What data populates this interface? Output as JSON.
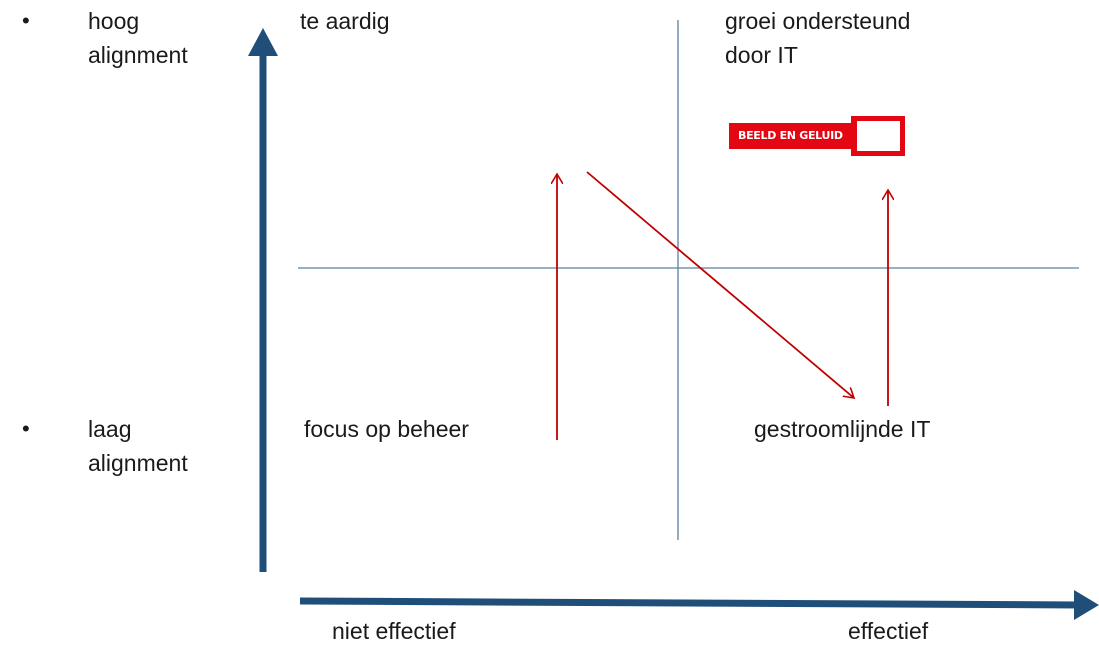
{
  "y_axis": {
    "high_label": "hoog\nalignment",
    "low_label": "laag\nalignment",
    "bullet": "•"
  },
  "x_axis": {
    "low_label": "niet effectief",
    "high_label": "effectief"
  },
  "quadrants": {
    "top_left": "te aardig",
    "top_right": "groei ondersteund\ndoor IT",
    "bottom_left": "focus op beheer",
    "bottom_right": "gestroomlijnde IT"
  },
  "logo": {
    "text": "BEELD EN GELUID"
  },
  "colors": {
    "axis": "#1f4e79",
    "divider": "#5b7fa3",
    "arrow": "#c00000",
    "logo": "#e30613"
  }
}
